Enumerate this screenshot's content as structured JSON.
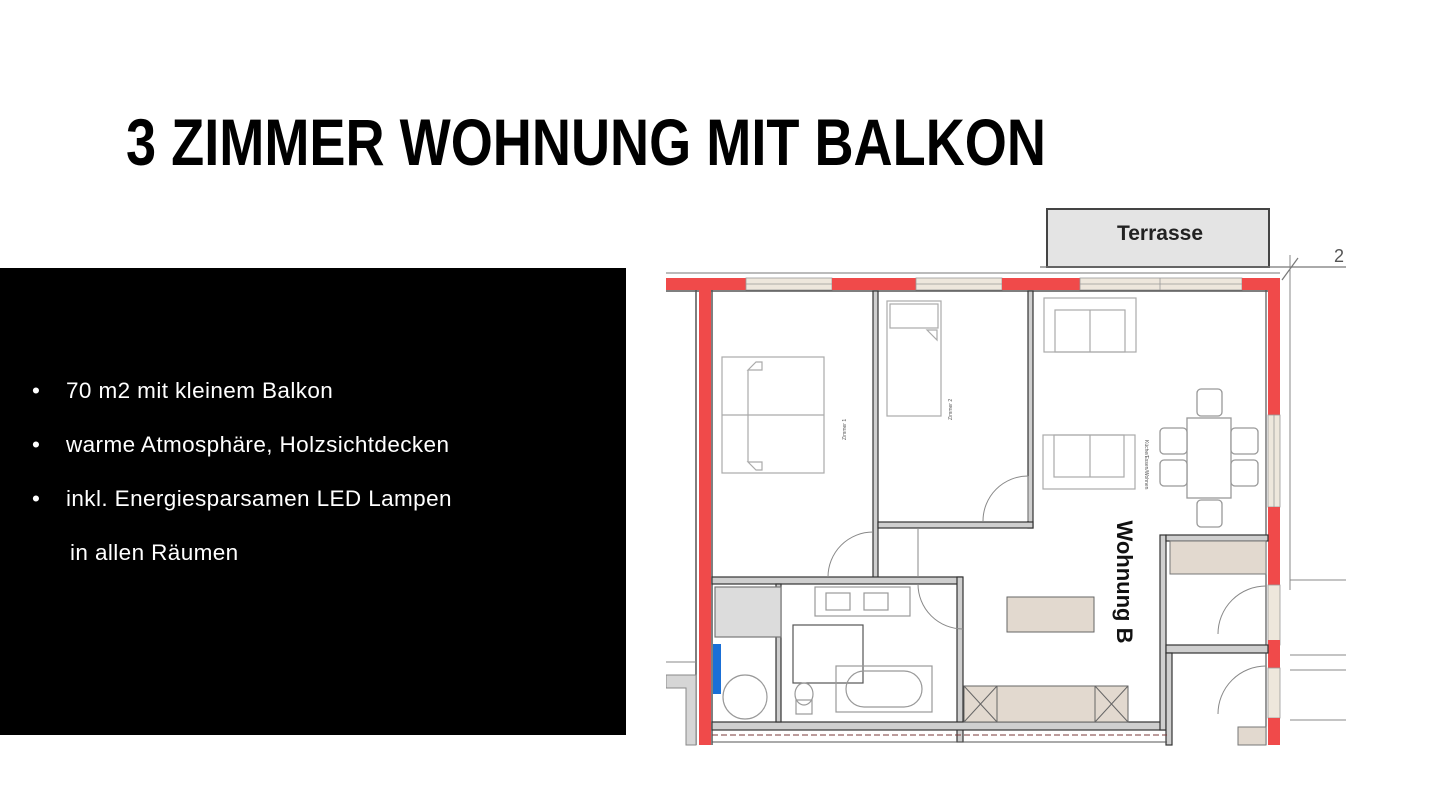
{
  "slide": {
    "title": "3 ZIMMER WOHNUNG MIT BALKON",
    "bullets": [
      {
        "bullet": "•",
        "text": "70 m2 mit kleinem Balkon"
      },
      {
        "bullet": "•",
        "text": "warme Atmosphäre, Holzsichtdecken"
      },
      {
        "bullet": "•",
        "text": "inkl. Energiesparsamen LED Lampen"
      }
    ],
    "bullet_continuation": "in allen Räumen"
  },
  "floorplan": {
    "terrace_label": "Terrasse",
    "unit_label": "Wohnung B",
    "axis_label": "2",
    "colors": {
      "exterior_wall": "#f04a4a",
      "interior_wall": "#cfcfcf",
      "built_in": "#e2d9cf",
      "terrace": "#e4e4e4",
      "shaft": "#1a6fd6",
      "line": "#555555"
    }
  }
}
